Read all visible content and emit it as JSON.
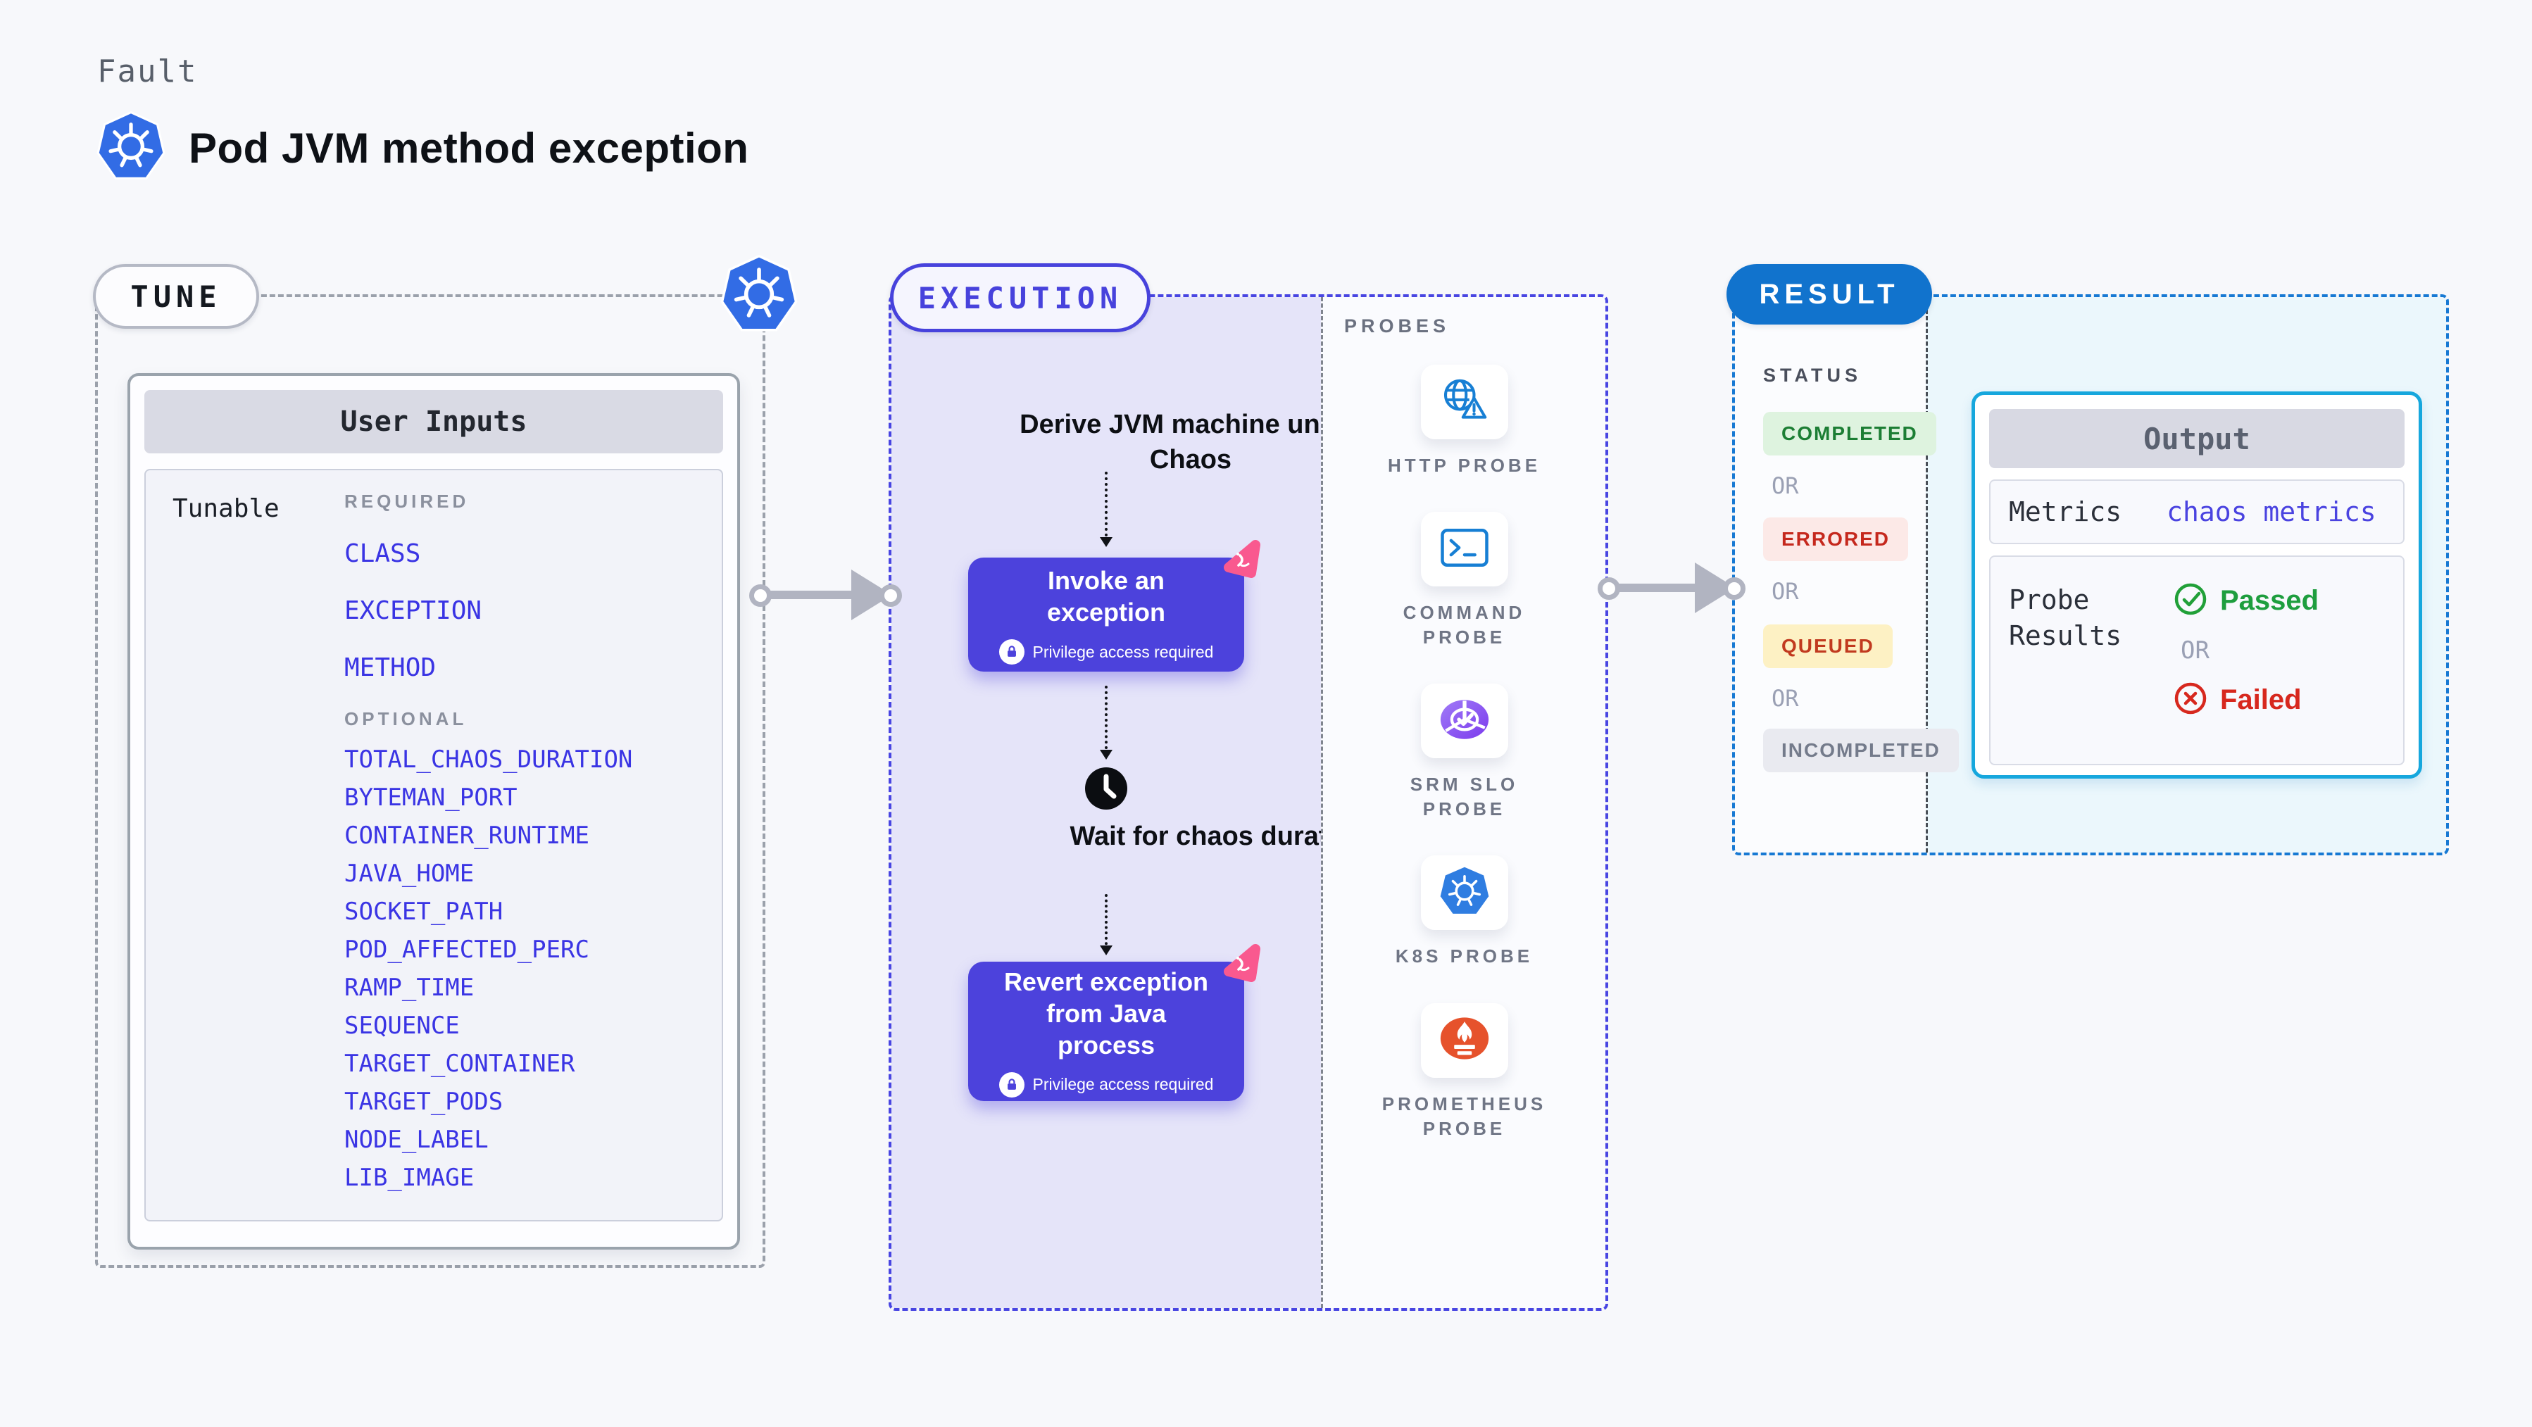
{
  "header": {
    "kicker": "Fault",
    "title": "Pod JVM method exception"
  },
  "tune": {
    "label": "TUNE",
    "card_title": "User Inputs",
    "row_label": "Tunable",
    "required_label": "REQUIRED",
    "required_items": [
      "CLASS",
      "EXCEPTION",
      "METHOD"
    ],
    "optional_label": "OPTIONAL",
    "optional_items": [
      "TOTAL_CHAOS_DURATION",
      "BYTEMAN_PORT",
      "CONTAINER_RUNTIME",
      "JAVA_HOME",
      "SOCKET_PATH",
      "POD_AFFECTED_PERC",
      "RAMP_TIME",
      "SEQUENCE",
      "TARGET_CONTAINER",
      "TARGET_PODS",
      "NODE_LABEL",
      "LIB_IMAGE"
    ]
  },
  "execution": {
    "label": "EXECUTION",
    "derive_text": "Derive JVM machine under Chaos",
    "invoke": {
      "title": "Invoke an exception",
      "note": "Privilege access required"
    },
    "wait_text": "Wait for chaos duration",
    "revert": {
      "title": "Revert exception from Java process",
      "note": "Privilege access required"
    }
  },
  "probes": {
    "label": "PROBES",
    "items": [
      {
        "name": "HTTP PROBE",
        "icon": "globe-alert-icon"
      },
      {
        "name": "COMMAND PROBE",
        "icon": "terminal-icon"
      },
      {
        "name": "SRM SLO PROBE",
        "icon": "slo-gauge-icon"
      },
      {
        "name": "K8S PROBE",
        "icon": "kubernetes-icon"
      },
      {
        "name": "PROMETHEUS PROBE",
        "icon": "prometheus-icon"
      }
    ]
  },
  "result": {
    "label": "RESULT",
    "status_label": "STATUS",
    "or_label": "OR",
    "statuses": [
      {
        "text": "COMPLETED",
        "kind": "completed"
      },
      {
        "text": "ERRORED",
        "kind": "errored"
      },
      {
        "text": "QUEUED",
        "kind": "queued"
      },
      {
        "text": "INCOMPLETED",
        "kind": "incompleted"
      }
    ],
    "output": {
      "title": "Output",
      "metrics_label": "Metrics",
      "metrics_value": "chaos metrics",
      "probe_results_label": "Probe Results",
      "passed_label": "Passed",
      "or_label": "OR",
      "failed_label": "Failed"
    }
  },
  "colors": {
    "page_bg": "#f7f8fb",
    "indigo_accent": "#4c42dc",
    "execution_fill": "#e5e4f9",
    "kubernetes_blue": "#326ce5",
    "probe_icon_blue": "#177fd4",
    "srm_purple": "#7c3bed",
    "prometheus_orange": "#e6522c",
    "litmus_pink": "#f9598f",
    "result_blue": "#1173cd",
    "output_border_cyan": "#16a7dd",
    "completed_green": "#1c7e34",
    "errored_red": "#c5281d",
    "queued_yellow_bg": "#fdf1c4",
    "passed_green": "#1e9e3e",
    "failed_red": "#d7281e"
  }
}
